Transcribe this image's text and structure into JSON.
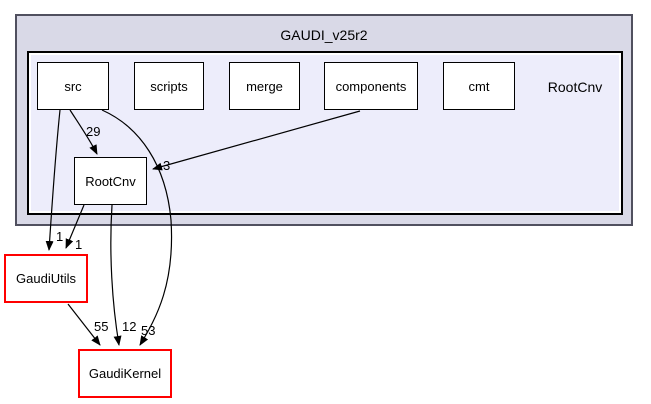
{
  "graph": {
    "outer_cluster": {
      "label": "GAUDI_v25r2"
    },
    "inner_cluster": {
      "label": "RootCnv"
    },
    "nodes": [
      {
        "id": "src",
        "label": "src",
        "style": "normal"
      },
      {
        "id": "scripts",
        "label": "scripts",
        "style": "normal"
      },
      {
        "id": "merge",
        "label": "merge",
        "style": "normal"
      },
      {
        "id": "components",
        "label": "components",
        "style": "normal"
      },
      {
        "id": "cmt",
        "label": "cmt",
        "style": "normal"
      },
      {
        "id": "RootCnv",
        "label": "RootCnv",
        "style": "normal"
      },
      {
        "id": "GaudiUtils",
        "label": "GaudiUtils",
        "style": "external-red"
      },
      {
        "id": "GaudiKernel",
        "label": "GaudiKernel",
        "style": "external-red"
      }
    ],
    "edges": [
      {
        "from": "src",
        "to": "RootCnv",
        "label": "29"
      },
      {
        "from": "components",
        "to": "RootCnv",
        "label": "3"
      },
      {
        "from": "src",
        "to": "GaudiUtils",
        "label": "1"
      },
      {
        "from": "RootCnv",
        "to": "GaudiUtils",
        "label": "1"
      },
      {
        "from": "GaudiUtils",
        "to": "GaudiKernel",
        "label": "55"
      },
      {
        "from": "RootCnv",
        "to": "GaudiKernel",
        "label": "12"
      },
      {
        "from": "src",
        "to": "GaudiKernel",
        "label": "53"
      }
    ],
    "colors": {
      "outer_fill": "#d9d9e7",
      "outer_border": "#50505f",
      "inner_fill": "#ededfb",
      "inner_border": "#000000",
      "node_fill": "#ffffff",
      "node_border": "#000000",
      "external_node_border": "#ff0000",
      "edge": "#000000"
    }
  }
}
